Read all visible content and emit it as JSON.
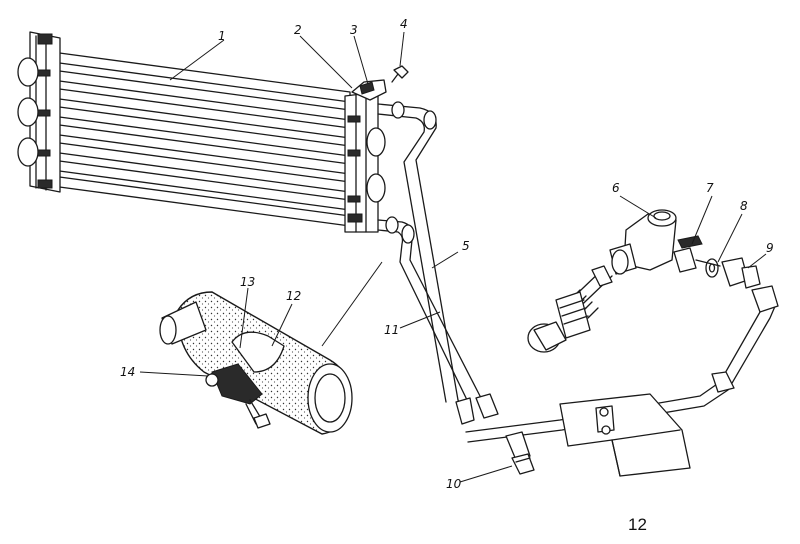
{
  "callouts": [
    {
      "id": "1",
      "text": "1"
    },
    {
      "id": "2",
      "text": "2"
    },
    {
      "id": "3",
      "text": "3"
    },
    {
      "id": "4",
      "text": "4"
    },
    {
      "id": "5",
      "text": "5"
    },
    {
      "id": "6",
      "text": "6"
    },
    {
      "id": "7",
      "text": "7"
    },
    {
      "id": "8",
      "text": "8"
    },
    {
      "id": "9",
      "text": "9"
    },
    {
      "id": "10",
      "text": "10"
    },
    {
      "id": "11",
      "text": "11"
    },
    {
      "id": "12",
      "text": "12"
    },
    {
      "id": "13",
      "text": "13"
    },
    {
      "id": "14",
      "text": "14"
    }
  ],
  "figure_number": "12"
}
